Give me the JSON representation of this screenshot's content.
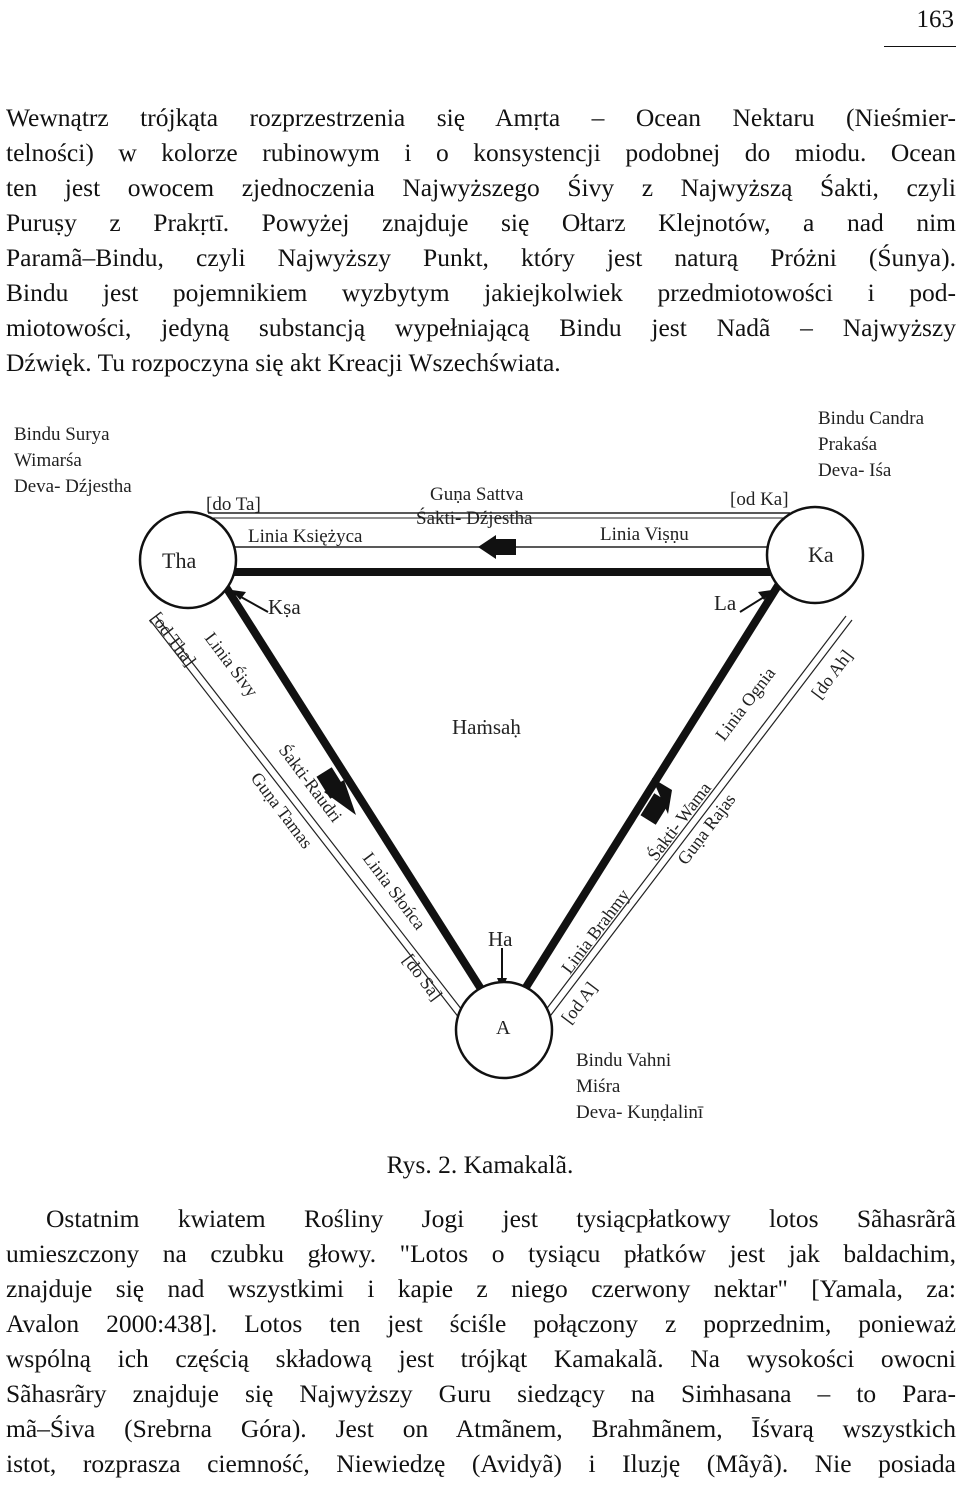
{
  "page": {
    "number": "163"
  },
  "paragraph1": {
    "lines": [
      "Wewnątrz trójkąta rozprzestrzenia się Amṛta – Ocean Nektaru (Nieśmier-",
      "telności) w kolorze rubinowym i o konsystencji podobnej do miodu. Ocean",
      "ten jest owocem zjednoczenia Najwyższego Śivy z Najwyższą Śakti, czyli",
      "Puruṣy z Prakṛtī. Powyżej znajduje się Ołtarz Klejnotów, a nad nim",
      "Paramã–Bindu, czyli Najwyższy Punkt, który jest naturą Próżni (Śunya).",
      "Bindu jest pojemnikiem wyzbytym jakiejkolwiek przedmiotowości i pod-",
      "miotowości, jedyną substancją wypełniającą Bindu jest Nadã – Najwyższy",
      "Dźwięk. Tu rozpoczyna się akt Kreacji Wszechświata."
    ]
  },
  "figure": {
    "caption": "Rys. 2. Kamakalã.",
    "top_left_labels": [
      "Bindu Surya",
      "Wimarśa",
      "Deva- Dźjestha"
    ],
    "top_right_labels": [
      "Bindu Candra",
      "Prakaśa",
      "Deva- Iśa"
    ],
    "bottom_labels": [
      "Bindu Vahni",
      "Miśra",
      "Deva- Kuṇḍalinī"
    ],
    "nodes": {
      "left": "Tha",
      "right": "Ka",
      "bottom": "A"
    },
    "top_edge": {
      "do_ta": "[do Ta]",
      "od_ka": "[od Ka]",
      "guna": "Guṇa Sattva",
      "sakti": "Śakti- Dźjestha",
      "linia_left": "Linia Księżyca",
      "linia_right": "Linia Viṣṇu"
    },
    "corner_letters": {
      "ksa": "Kṣa",
      "la": "La",
      "ha": "Ha",
      "hamsah": "Haṁsaḥ"
    },
    "left_edge": {
      "od_tha": "[od Tha]",
      "linia_sivy": "Linia Śivy",
      "sakti": "Śakti-Raudri",
      "guna": "Guṇa Tamas",
      "linia_slonca": "Linia Słońca",
      "do_sa": "[do Sa]"
    },
    "right_edge": {
      "do_ah": "[do Ah]",
      "linia_ognia": "Linia Ognia",
      "sakti": "Śakti- Wama",
      "guna": "Guṇa Rajas",
      "linia_brahmy": "Linia Brahmy",
      "od_a": "[od A]"
    }
  },
  "paragraph2": {
    "lines": [
      "Ostatnim kwiatem Rośliny Jogi jest tysiącpłatkowy lotos Sãhasrãrã",
      "umieszczony na czubku głowy. \"Lotos o tysiącu płatków jest jak baldachim,",
      "znajduje się nad wszystkimi i kapie z niego czerwony nektar\" [Yamala, za:",
      "Avalon 2000:438]. Lotos ten jest ściśle połączony z poprzednim, ponieważ",
      "wspólną ich częścią składową jest trójkąt Kamakalã. Na wysokości owocni",
      "Sãhasrãry znajduje się Najwyższy Guru siedzący na Siṁhasana – to Para-",
      "mã–Śiva (Srebrna Góra). Jest on Atmãnem, Brahmãnem, Īśvarą wszystkich",
      "istot, rozprasza ciemność, Niewiedzę (Avidyã) i Iluzję (Mãyã). Nie posiada"
    ]
  }
}
